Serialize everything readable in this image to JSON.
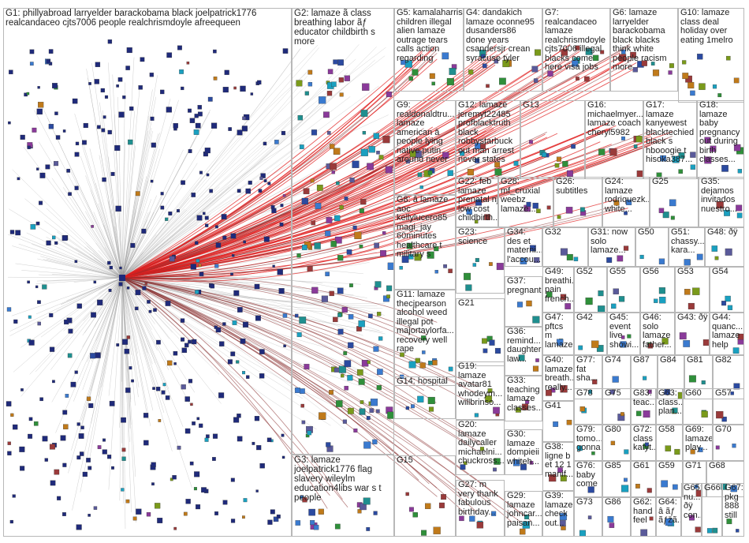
{
  "colors": {
    "background": "#ffffff",
    "border": "#b8b8b8",
    "edge_gray": "#9a9a9a",
    "edge_red": "#e02020",
    "edge_brown": "#8a3030",
    "hub": "#1f2a7a",
    "label_text": "#222222"
  },
  "groups": [
    {
      "id": "G1",
      "label": "G1: phillyabroad larryelder barackobama black joelpatrick1776\nrealcandaceo cjts7006 people realchrismdoyle afreequeen"
    },
    {
      "id": "G2",
      "label": "G2: lamaze ã class\nbreathing labor ãƒ\neducator childbirth s\nmore"
    },
    {
      "id": "G5",
      "label": "G5: kamalaharris\nchildren illegal\nalien lamaze\noutrage tears\ncalls action\nregarding"
    },
    {
      "id": "G4",
      "label": "G4: dandakich\nlamaze oconne95\ndusanders86\ndone years\ncsandersjr crean\nsyracuse tyler"
    },
    {
      "id": "G7",
      "label": "G7:\nrealcandaceo\nlamaze\nrealchrismdoyle\ncjts7006 illegal\nblacks come\nhere visa jobs"
    },
    {
      "id": "G6",
      "label": "G6: lamaze\nlarryelder\nbarackobama\nblack blacks\nthink white\npeople racism\nmore"
    },
    {
      "id": "G10",
      "label": "G10: lamaze\nclass deal\nholiday over\neating 1melro"
    },
    {
      "id": "G9",
      "label": "G9:\nrealdonaldtru...\nlamaze\namerican â\npeople lying\nnative putin\naround never"
    },
    {
      "id": "G12",
      "label": "G12: lamaze\njeremyt22485\nprofblacktruth\nblack\nrobbystarbuck\nout man arrest\nnever states"
    },
    {
      "id": "G13",
      "label": "G13"
    },
    {
      "id": "G16",
      "label": "G16:\nmichaelmyer...\nlamaze coach\ncheryl5982"
    },
    {
      "id": "G17",
      "label": "G17:\nlamaze\nkanyewest\nblacktechied\nblack s\nhbooogie t\nhisoka387..."
    },
    {
      "id": "G18",
      "label": "G18:\nlamaze\nbaby\npregnancy\nout during\nbirth\nclasses..."
    },
    {
      "id": "G8",
      "label": "G8: â lamaze\naoc\nkellylucero85\nmagi_jay\n60minutes\nhealthcare t\nmilitary s"
    },
    {
      "id": "G22",
      "label": "G22: feb\nlamaze\nprenatal nj\nlow cost\nchildbirth..."
    },
    {
      "id": "G28",
      "label": "G28:\nmf_cruxial\nweebz\nlamaze..."
    },
    {
      "id": "G26",
      "label": "G26:\nsubtitles"
    },
    {
      "id": "G24",
      "label": "G24:\nlamaze\nrodriquezk...\nwhite..."
    },
    {
      "id": "G25",
      "label": "G25"
    },
    {
      "id": "G35",
      "label": "G35:\ndejamos\ninvitados\nnuestro..."
    },
    {
      "id": "G23",
      "label": "G23:\nscience"
    },
    {
      "id": "G34",
      "label": "G34:\ndes et\nmaterni...\nl'accou..."
    },
    {
      "id": "G32",
      "label": "G32"
    },
    {
      "id": "G31",
      "label": "G31: now\nsolo\nlamaze..."
    },
    {
      "id": "G50",
      "label": "G50"
    },
    {
      "id": "G51",
      "label": "G51:\nchassy...\nkara..."
    },
    {
      "id": "G48",
      "label": "G48: ðÿ"
    },
    {
      "id": "G49",
      "label": "G49:\nbreathi...\npain\nfrench..."
    },
    {
      "id": "G52",
      "label": "G52"
    },
    {
      "id": "G55",
      "label": "G55"
    },
    {
      "id": "G56",
      "label": "G56"
    },
    {
      "id": "G53",
      "label": "G53"
    },
    {
      "id": "G54",
      "label": "G54"
    },
    {
      "id": "G37",
      "label": "G37:\npregnant"
    },
    {
      "id": "G11",
      "label": "G11: lamaze\nthecjpearson\nalcohol weed\nillegal pot\nmajortaylorfa...\nrecovery well\nrape"
    },
    {
      "id": "G21",
      "label": "G21"
    },
    {
      "id": "G47",
      "label": "G47:\npftcs\nm\nlamaze"
    },
    {
      "id": "G42",
      "label": "G42"
    },
    {
      "id": "G45",
      "label": "G45:\nevent\nlive\nshowi..."
    },
    {
      "id": "G46",
      "label": "G46:\nsolo\nlamaze\nfather..."
    },
    {
      "id": "G43",
      "label": "G43: ðÿ"
    },
    {
      "id": "G44",
      "label": "G44:\nquanc...\nlamaze\nhelp"
    },
    {
      "id": "G36",
      "label": "G36:\nremind...\ndaughter\nlaw..."
    },
    {
      "id": "G40",
      "label": "G40:\nlamaze\nbreath...\nreally..."
    },
    {
      "id": "G77",
      "label": "G77:\nfat\nsha..."
    },
    {
      "id": "G74",
      "label": "G74"
    },
    {
      "id": "G87",
      "label": "G87"
    },
    {
      "id": "G84",
      "label": "G84"
    },
    {
      "id": "G81",
      "label": "G81"
    },
    {
      "id": "G82",
      "label": "G82"
    },
    {
      "id": "G14",
      "label": "G14: hospital"
    },
    {
      "id": "G19",
      "label": "G19:\nlamaze\navatar81\nwhodeym...\nwillbrinso..."
    },
    {
      "id": "G33",
      "label": "G33:\nteaching\nlamaze\nclasses..."
    },
    {
      "id": "G41",
      "label": "G41"
    },
    {
      "id": "G78",
      "label": "G78"
    },
    {
      "id": "G75",
      "label": "G75"
    },
    {
      "id": "G83",
      "label": "G83:\nteac..."
    },
    {
      "id": "G63",
      "label": "G63:\nclass...\nplan..."
    },
    {
      "id": "G60",
      "label": "G60"
    },
    {
      "id": "G57",
      "label": "G57"
    },
    {
      "id": "G20",
      "label": "G20:\nlamaze\ndailycaller\nmichaelni...\nchuckross..."
    },
    {
      "id": "G30",
      "label": "G30:\nlamaze\ndompieii\nwhiteh..."
    },
    {
      "id": "G79",
      "label": "G79:\ntomo...\ngonna"
    },
    {
      "id": "G80",
      "label": "G80"
    },
    {
      "id": "G72",
      "label": "G72:\nclass\nkatyt..."
    },
    {
      "id": "G58",
      "label": "G58"
    },
    {
      "id": "G69",
      "label": "G69:\nlamaze\nplay..."
    },
    {
      "id": "G70",
      "label": "G70"
    },
    {
      "id": "G38",
      "label": "G38:\nligne b\net 12 1\nmanif..."
    },
    {
      "id": "G76",
      "label": "G76:\nbaby\ncome"
    },
    {
      "id": "G85",
      "label": "G85"
    },
    {
      "id": "G61",
      "label": "G61"
    },
    {
      "id": "G59",
      "label": "G59"
    },
    {
      "id": "G71",
      "label": "G71"
    },
    {
      "id": "G68",
      "label": "G68"
    },
    {
      "id": "G3",
      "label": "G3: lamaze\njoelpatrick1776 flag\nslavery wileylm\neducation4libs war s t\npeople"
    },
    {
      "id": "G15",
      "label": "G15"
    },
    {
      "id": "G27",
      "label": "G27: m\nvery thank\nfabulous\nbirthday..."
    },
    {
      "id": "G29",
      "label": "G29:\nlamaze\njohncar...\npaisan..."
    },
    {
      "id": "G39",
      "label": "G39:\nlamaze\ncheck\nout..."
    },
    {
      "id": "G73",
      "label": "G73"
    },
    {
      "id": "G86",
      "label": "G86"
    },
    {
      "id": "G62",
      "label": "G62:\nhand\nfeel"
    },
    {
      "id": "G64",
      "label": "G64:\nâ ãƒ\nãƒžã..."
    },
    {
      "id": "G65",
      "label": "G65:\nnu...\nðÿ\ncon..."
    },
    {
      "id": "G66",
      "label": "G66"
    },
    {
      "id": "G67",
      "label": "G67:\npkg\n888\nstill"
    }
  ]
}
